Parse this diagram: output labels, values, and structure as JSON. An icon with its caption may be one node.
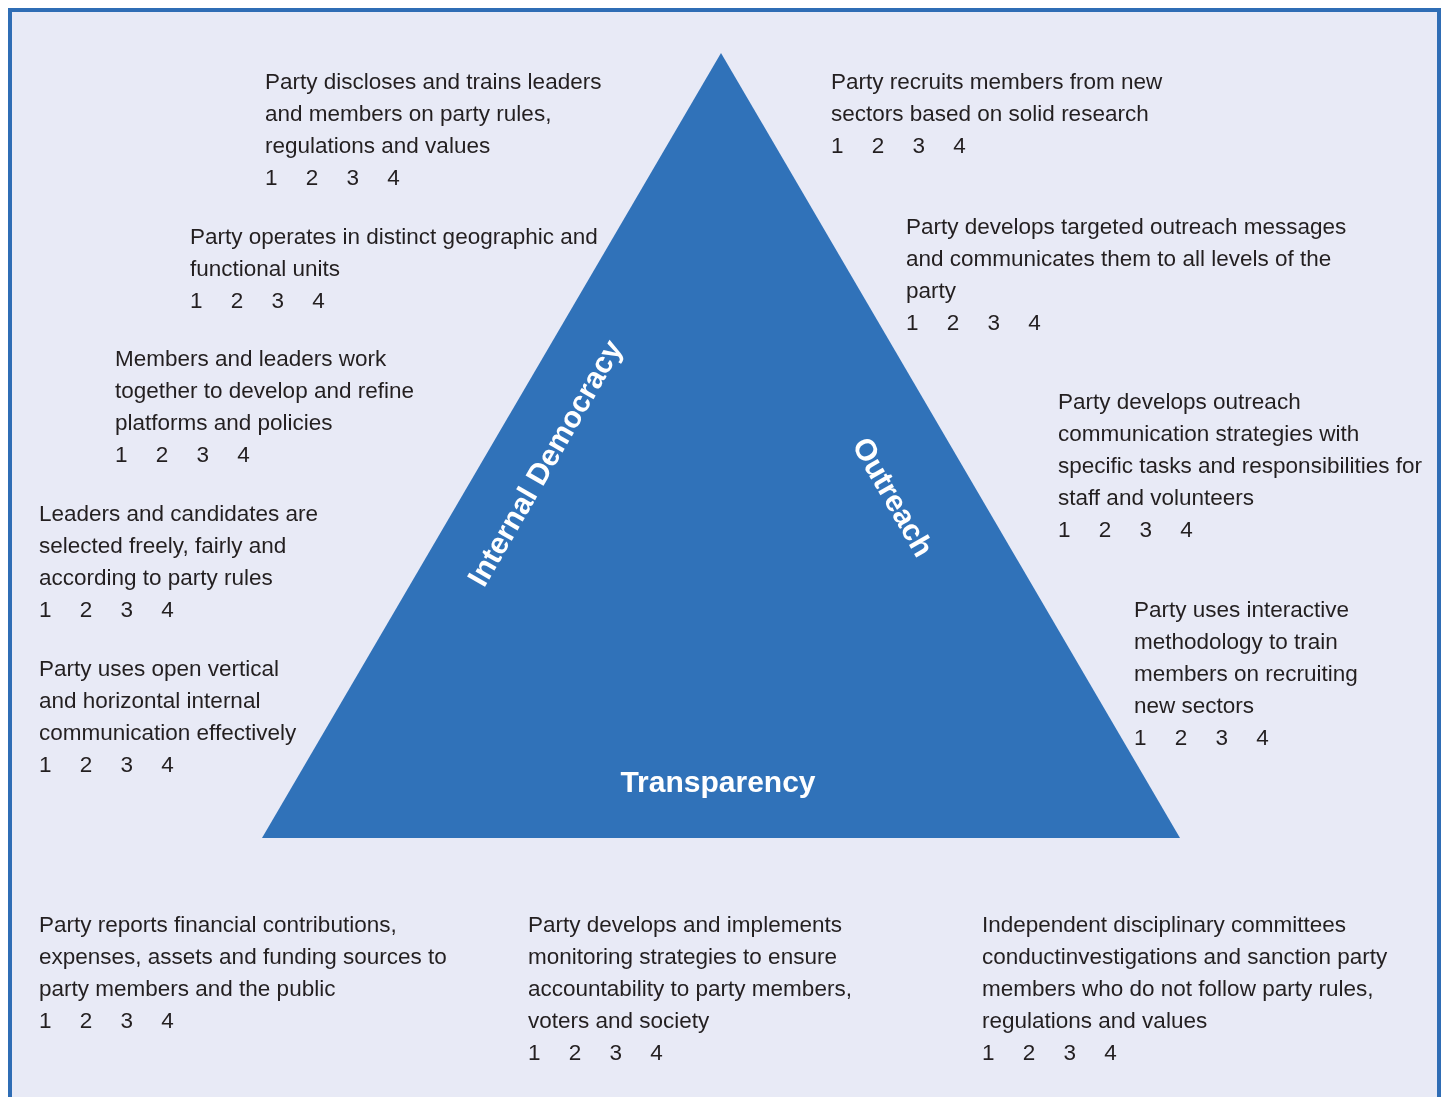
{
  "diagram": {
    "nodes": [
      {
        "text": [
          "Internal Democracy",
          "Outreach",
          "Transparency"
        ]
      }
    ],
    "labels": [
      "Party discloses and trains leaders and members on party rules, regulations and values",
      "1 2 3 4",
      "Party recruits members from new sectors based on solid research",
      "1 2 3 4",
      "Party develops targeted outreach messages and communicates them to all levels of the party",
      "1 2 3 4",
      "Party operates in distinct geographic and functional units",
      "1 2 3 4",
      "Members and leaders work together to develop and refine platforms and policies",
      "1 2 3 4",
      "Party develops outreach communication strategies with specific tasks and responsibilities for staff and volunteers",
      "1 2 3 4",
      "Leaders and candidates are selected freely, fairly and according to party rules",
      "1 2 3 4",
      "Party uses interactive methodology to train members on recruiting new sectors",
      "1 2 3 4",
      "Party uses open vertical and horizontal internal communication effectively",
      "1 2 3 4",
      "Party reports financial contributions, expenses, assets and funding sources to party members and the public",
      "1 2 3 4",
      "Party develops and implements monitoring strategies to ensure accountability to party members, voters and society",
      "1 2 3 4",
      "Independent disciplinary committees conductinvestigations and sanction party members who do not follow party rules, regulations and values",
      "1 2 3 4"
    ]
  }
}
